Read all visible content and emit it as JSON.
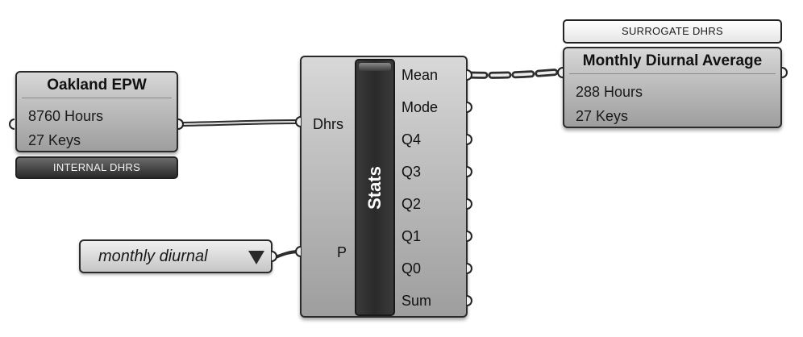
{
  "epw_panel": {
    "title": "Oakland EPW",
    "line1": "8760 Hours",
    "line2": "27 Keys",
    "tag": "INTERNAL DHRS"
  },
  "value_list": {
    "selected": "monthly diurnal"
  },
  "stats_component": {
    "nickname": "Stats",
    "inputs": [
      "Dhrs",
      "P"
    ],
    "outputs": [
      "Mean",
      "Mode",
      "Q4",
      "Q3",
      "Q2",
      "Q1",
      "Q0",
      "Sum"
    ]
  },
  "result_panel": {
    "tag": "SURROGATE DHRS",
    "title": "Monthly Diurnal Average",
    "line1": "288 Hours",
    "line2": "27 Keys"
  }
}
